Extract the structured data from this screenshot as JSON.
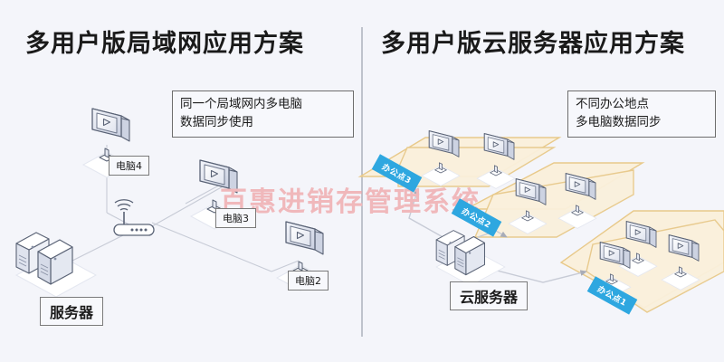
{
  "background_color": "#f4f5fa",
  "divider_color": "#9aa0ad",
  "watermark": {
    "text": "百惠进销存管理系统",
    "color": "#f0b8bb"
  },
  "panels": {
    "left": {
      "title": "多用户版局域网应用方案",
      "note": "同一个局域网内多电脑\n数据同步使用",
      "devices": [
        {
          "name": "电脑4",
          "icon": "monitor-icon"
        },
        {
          "name": "电脑3",
          "icon": "monitor-icon"
        },
        {
          "name": "电脑2",
          "icon": "monitor-icon"
        },
        {
          "name": "服务器",
          "icon": "server-icon"
        }
      ],
      "router": {
        "icon": "wifi-router-icon"
      }
    },
    "right": {
      "title": "多用户版云服务器应用方案",
      "note": "不同办公地点\n多电脑数据同步",
      "devices": [
        {
          "name": "云服务器",
          "icon": "cloud-server-icon"
        }
      ],
      "sites": [
        {
          "label": "办公点3",
          "monitors": 2
        },
        {
          "label": "办公点2",
          "monitors": 2
        },
        {
          "label": "办公点1",
          "monitors": 3
        }
      ],
      "site_fill_color": "#faf0dc",
      "site_border_color": "#e8c98a",
      "ribbon_color": "#2ea7e0"
    }
  }
}
